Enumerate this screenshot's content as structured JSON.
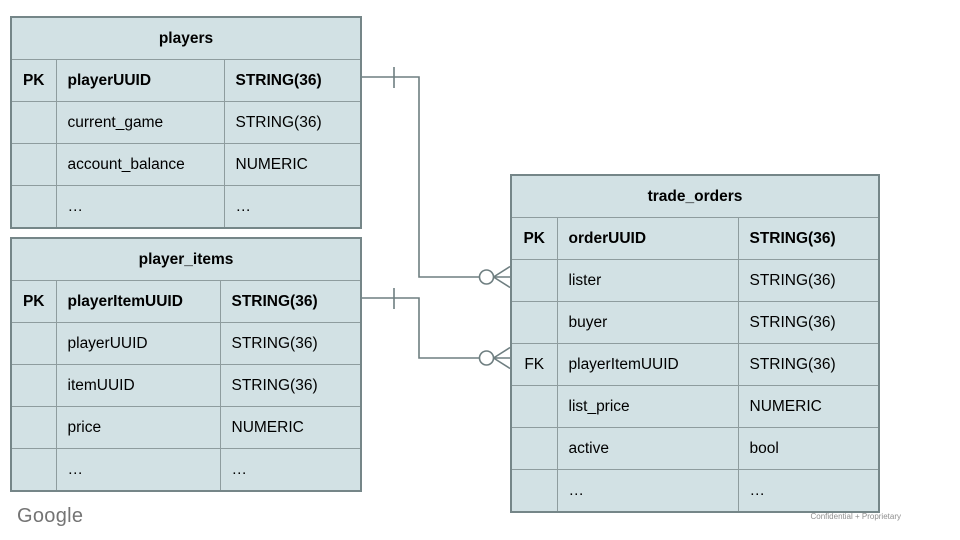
{
  "branding": {
    "logo_text": "Google",
    "footer_note": "Confidential + Proprietary"
  },
  "colors": {
    "cell_fill": "#d2e1e4",
    "grid_line": "#8e9c9e",
    "outer_border": "#758688",
    "connector": "#6e7e80",
    "text": "#000000",
    "logo_gray": "#747474",
    "footer_gray": "#8f8f8f"
  },
  "tables": [
    {
      "id": "players",
      "title": "players",
      "rows": [
        {
          "key": "PK",
          "name": "playerUUID",
          "type": "STRING(36)"
        },
        {
          "key": "",
          "name": "current_game",
          "type": "STRING(36)"
        },
        {
          "key": "",
          "name": "account_balance",
          "type": "NUMERIC"
        },
        {
          "key": "",
          "name": "…",
          "type": "…"
        }
      ]
    },
    {
      "id": "player_items",
      "title": "player_items",
      "rows": [
        {
          "key": "PK",
          "name": "playerItemUUID",
          "type": "STRING(36)"
        },
        {
          "key": "",
          "name": "playerUUID",
          "type": "STRING(36)"
        },
        {
          "key": "",
          "name": "itemUUID",
          "type": "STRING(36)"
        },
        {
          "key": "",
          "name": "price",
          "type": "NUMERIC"
        },
        {
          "key": "",
          "name": "…",
          "type": "…"
        }
      ]
    },
    {
      "id": "trade_orders",
      "title": "trade_orders",
      "rows": [
        {
          "key": "PK",
          "name": "orderUUID",
          "type": "STRING(36)"
        },
        {
          "key": "",
          "name": "lister",
          "type": "STRING(36)"
        },
        {
          "key": "",
          "name": "buyer",
          "type": "STRING(36)"
        },
        {
          "key": "FK",
          "name": "playerItemUUID",
          "type": "STRING(36)"
        },
        {
          "key": "",
          "name": "list_price",
          "type": "NUMERIC"
        },
        {
          "key": "",
          "name": "active",
          "type": "bool"
        },
        {
          "key": "",
          "name": "…",
          "type": "…"
        }
      ]
    }
  ],
  "relationships": [
    {
      "from": "players.playerUUID",
      "to": "trade_orders.lister",
      "from_cardinality": "one",
      "to_cardinality": "zero-or-many"
    },
    {
      "from": "player_items.playerItemUUID",
      "to": "trade_orders.playerItemUUID",
      "from_cardinality": "one",
      "to_cardinality": "zero-or-many"
    }
  ]
}
